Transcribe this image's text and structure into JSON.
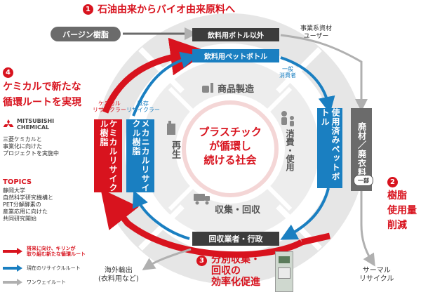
{
  "step1": {
    "number": "1",
    "title": "石油由来からバイオ由来原料へ"
  },
  "step2": {
    "number": "2",
    "title_line1": "樹脂",
    "title_line2": "使用量",
    "title_line3": "削減"
  },
  "step3": {
    "number": "3",
    "title_line1": "分別収集・",
    "title_line2": "回収の",
    "title_line3": "効率化促進"
  },
  "step4": {
    "number": "4",
    "title_line1": "ケミカルで新たな",
    "title_line2": "循環ルートを実現"
  },
  "boxes": {
    "virgin_resin": "バージン樹脂",
    "non_beverage_bottles": "飲料用ボトル以外",
    "beverage_pet_bottles": "飲料用ペットボトル",
    "used_pet_bottles": "使用済みペットボトル",
    "waste_materials": "廃材／廃衣料",
    "part": "一部",
    "collectors": "回収業者・行政",
    "mechanical_recycled": "メカニカルリサイクル樹脂",
    "chemical_recycled": "ケミカルリサイクル樹脂"
  },
  "labels": {
    "business_users_line1": "事業系資材",
    "business_users_line2": "ユーザー",
    "general_line1": "一般",
    "general_line2": "消費者",
    "chemical_recycler_line1": "ケミカル",
    "chemical_recycler_line2": "リサイクラー",
    "existing_recycler_line1": "既存",
    "existing_recycler_line2": "リサイクラー",
    "overseas_line1": "海外輸出",
    "overseas_line2": "(衣料用など)",
    "thermal_line1": "サーマル",
    "thermal_line2": "リサイクル"
  },
  "sectors": {
    "manufacturing": "商品製造",
    "consumption": "消費・使用",
    "collection": "収集・回収",
    "recycling": "再生"
  },
  "center": {
    "line1": "プラスチック",
    "line2": "が循環し",
    "line3": "続ける社会"
  },
  "mitsubishi": {
    "logo_line1": "MITSUBISHI",
    "logo_line2": "CHEMICAL",
    "desc_line1": "三菱ケミカルと",
    "desc_line2": "事業化に向けた",
    "desc_line3": "プロジェクトを実施中"
  },
  "topics": {
    "heading": "TOPICS",
    "line1": "静岡大学",
    "line2": "自然科学研究機構と",
    "line3": "PET分解酵素の",
    "line4": "産業応用に向けた",
    "line5": "共同研究開始"
  },
  "legend": [
    {
      "line1": "将来に向け、キリンが",
      "line2": "取り組む新たな循環ルート",
      "color": "#d8131e"
    },
    {
      "line1": "現在のリサイクルルート",
      "line2": "",
      "color": "#1a7fc1"
    },
    {
      "line1": "ワンウェイルート",
      "line2": "",
      "color": "#b0b0b0"
    }
  ],
  "colors": {
    "red": "#d8131e",
    "blue": "#1a7fc1",
    "gray": "#6b6b6b",
    "dark": "#3c3c3c"
  }
}
